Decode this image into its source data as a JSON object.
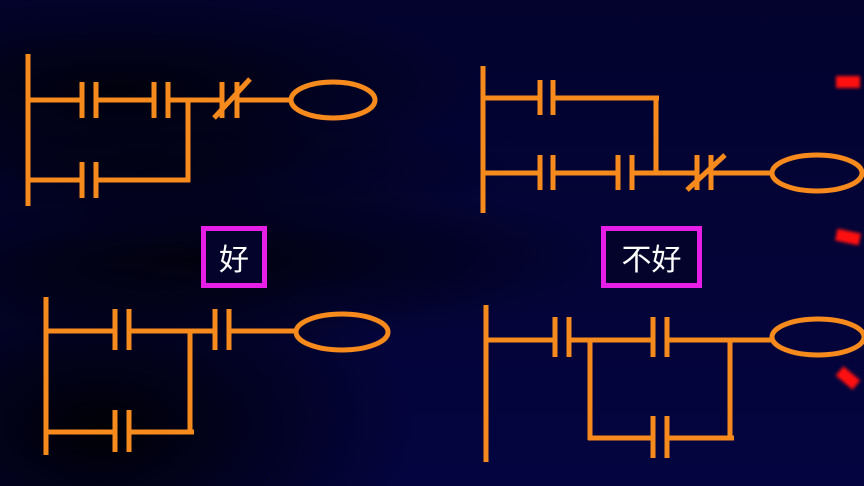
{
  "labels": {
    "good": "好",
    "not_good": "不好"
  },
  "colors": {
    "background": "#02023a",
    "wire": "#f78a1c",
    "label_border": "#e61ee6",
    "label_text": "#ffffff",
    "marker": "#ff1010"
  },
  "diagrams": [
    {
      "id": "top-left",
      "elements": [
        "NO contact",
        "NO contact",
        "NC contact",
        "coil",
        "parallel NO contact branch"
      ]
    },
    {
      "id": "top-right",
      "elements": [
        "NO contact (upper branch)",
        "NO contact",
        "NO contact",
        "NC contact",
        "coil"
      ]
    },
    {
      "id": "bottom-left",
      "elements": [
        "NO contact",
        "parallel NO contact branch",
        "NO contact",
        "coil"
      ]
    },
    {
      "id": "bottom-right",
      "elements": [
        "NO contact",
        "NO contact",
        "parallel NO contact branch",
        "coil"
      ]
    }
  ]
}
